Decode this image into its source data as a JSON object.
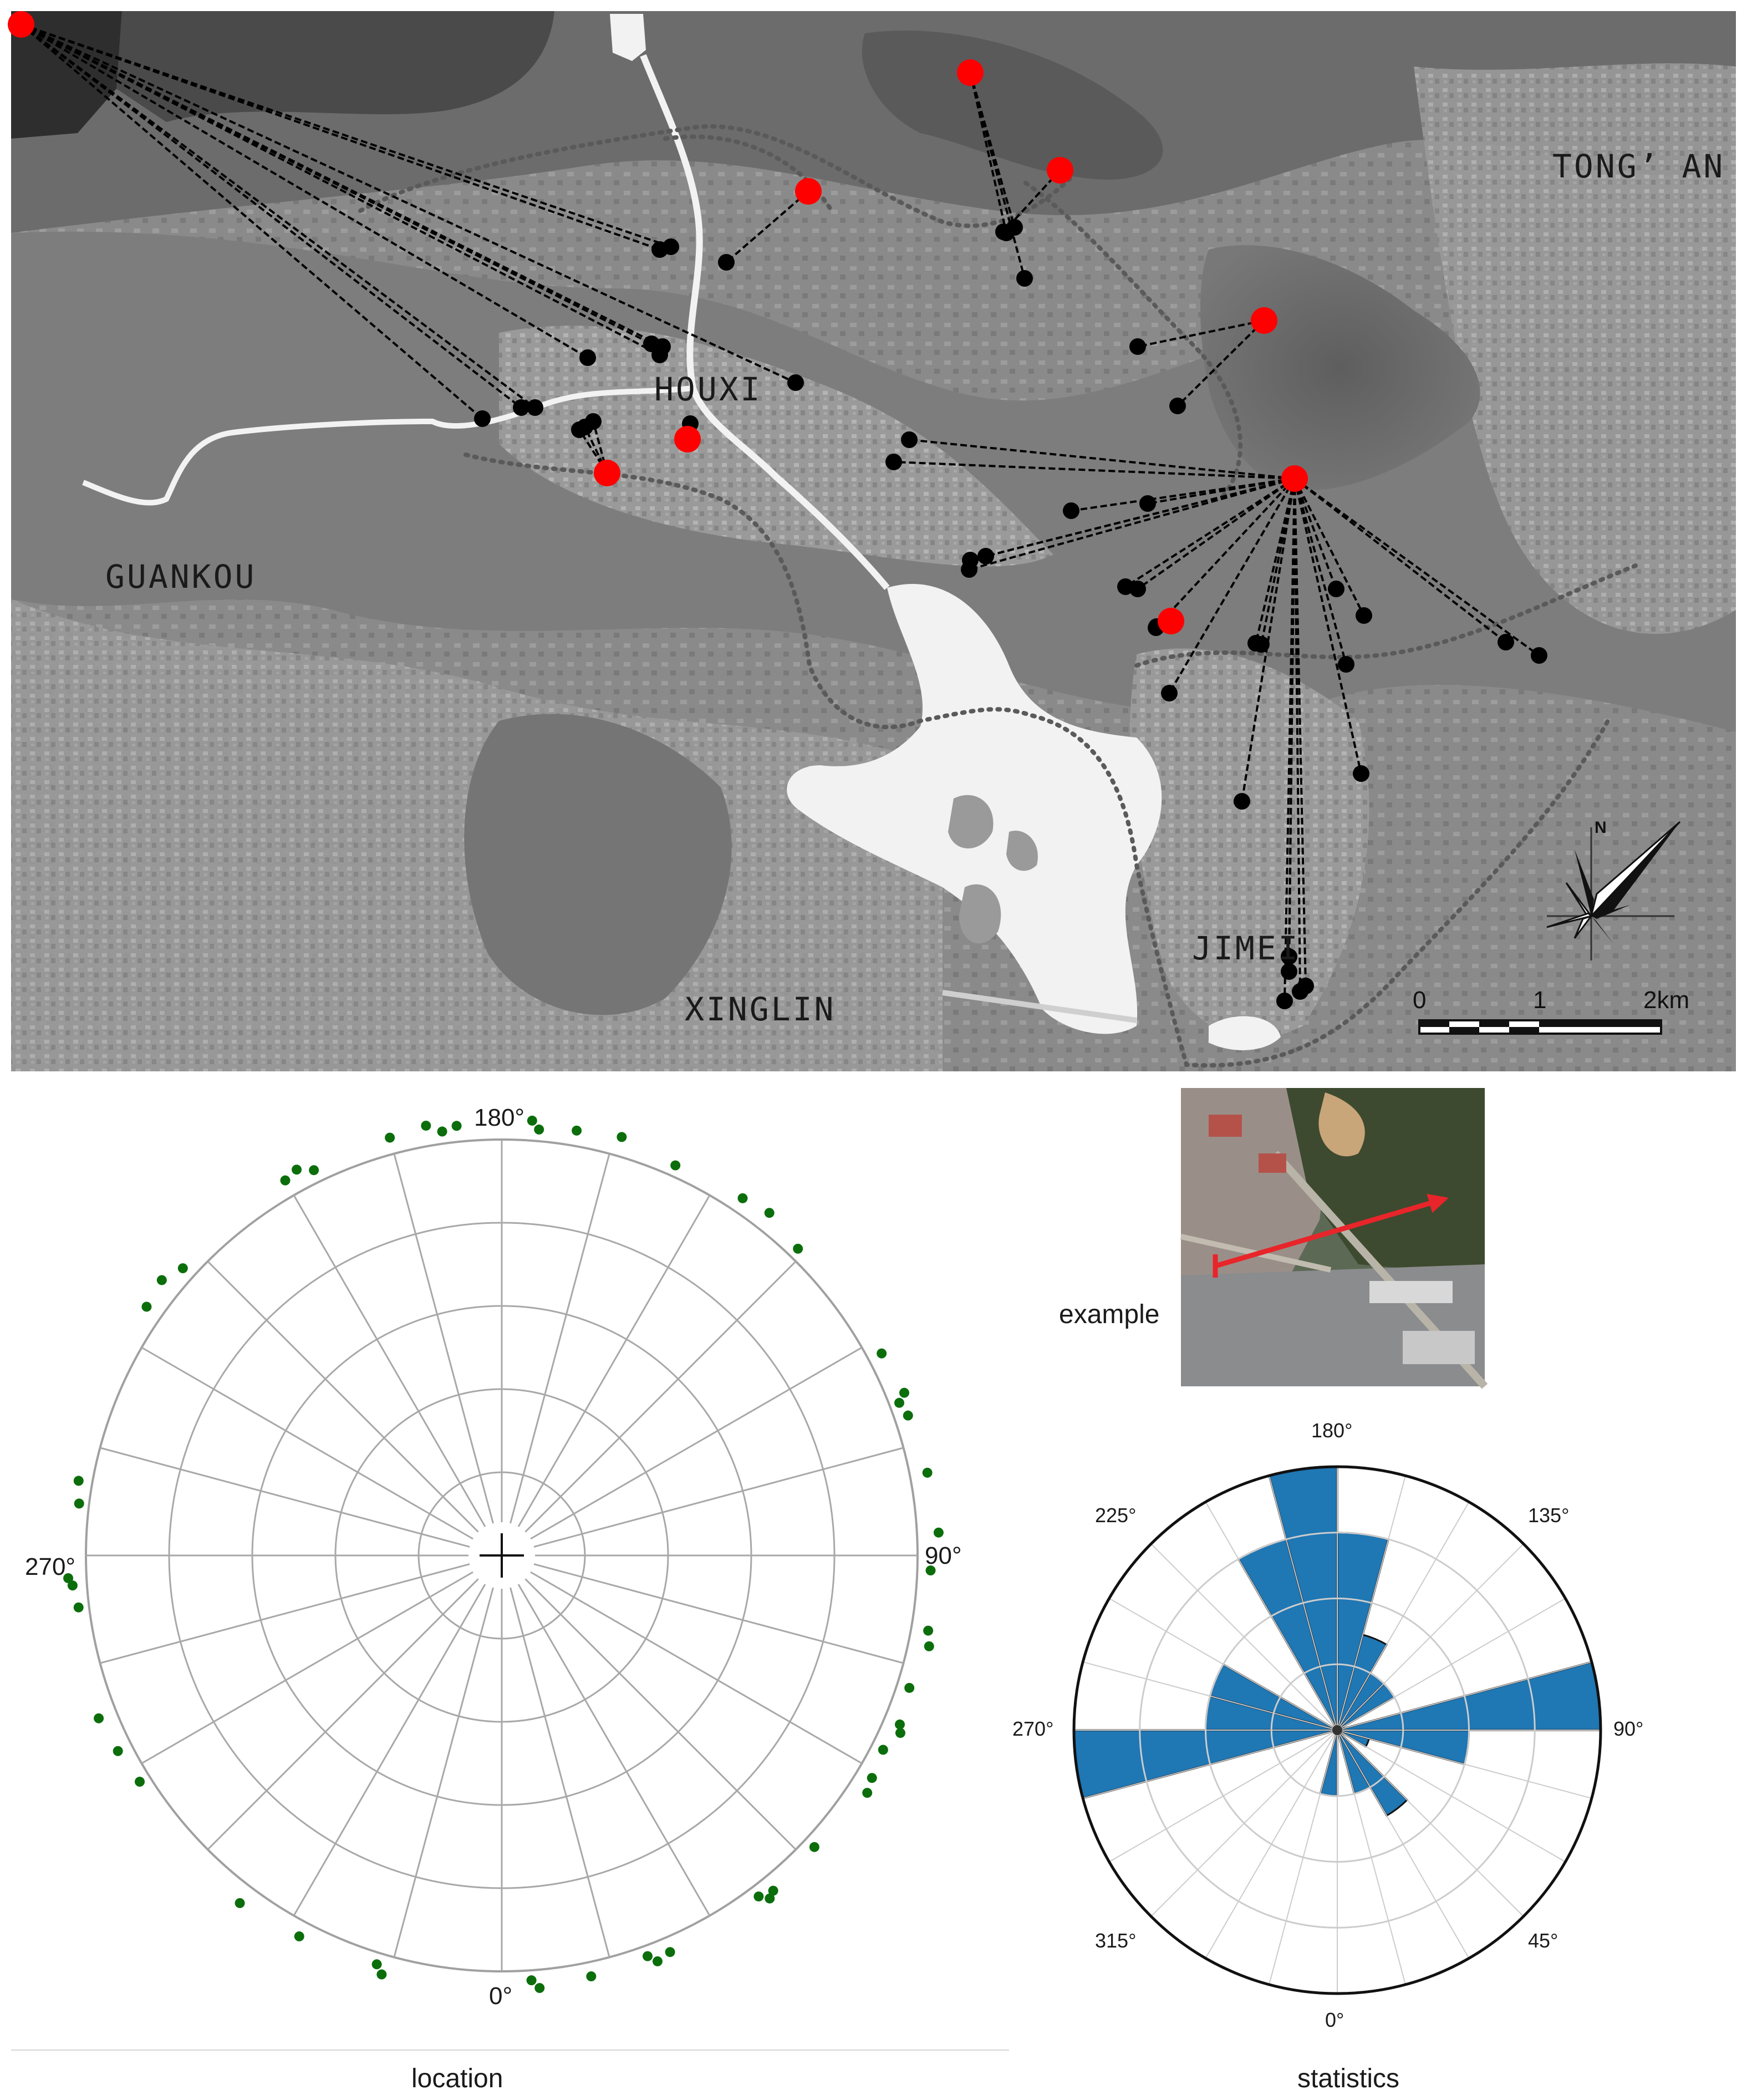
{
  "map": {
    "place_labels": [
      "TONG’ AN",
      "HOUXI",
      "GUANKOU",
      "JIMEI",
      "XINGLIN"
    ],
    "scalebar": {
      "ticks": [
        "0",
        "1",
        "2km"
      ]
    },
    "north_label": "N"
  },
  "example": {
    "label": "example"
  },
  "location_plot": {
    "angle_labels": [
      "180°",
      "90°",
      "270°",
      "0°"
    ],
    "caption": "location"
  },
  "statistics_plot": {
    "angle_labels": [
      "180°",
      "225°",
      "135°",
      "270°",
      "90°",
      "315°",
      "45°",
      "0°"
    ],
    "caption": "statistics"
  },
  "colors": {
    "water": "#ffffff",
    "origin_point": "#ff0000",
    "destination_point": "#000000",
    "location_dot": "#0b6e0b",
    "rose_bar": "#1f77b4",
    "arrow": "#e8252a"
  },
  "chart_data": [
    {
      "type": "scatter",
      "title": "",
      "caption": "location",
      "coordinate_system": "polar",
      "direction_zero": "bottom",
      "direction_180": "top",
      "direction_90": "right",
      "values_deg": [
        4,
        5,
        12,
        20,
        21,
        23,
        37,
        38,
        39,
        47,
        57,
        59,
        63,
        66,
        67,
        72,
        78,
        80,
        88,
        93,
        101,
        109,
        111,
        112,
        118,
        136,
        142,
        146,
        156,
        164,
        170,
        175,
        176,
        186,
        188,
        190,
        195,
        206,
        208,
        210,
        228,
        231,
        235,
        260,
        263,
        273,
        274,
        277,
        292,
        297,
        302,
        323,
        332,
        343,
        344
      ]
    },
    {
      "type": "bar",
      "title": "",
      "caption": "statistics",
      "coordinate_system": "polar",
      "direction_zero": "bottom",
      "direction_90": "right",
      "bin_width_deg": 15,
      "bin_centers_deg": [
        7.5,
        22.5,
        37.5,
        52.5,
        67.5,
        82.5,
        97.5,
        112.5,
        127.5,
        142.5,
        157.5,
        172.5,
        187.5,
        202.5,
        217.5,
        232.5,
        247.5,
        262.5,
        277.5,
        292.5,
        307.5,
        322.5,
        337.5,
        352.5
      ],
      "values": [
        0,
        1,
        1.5,
        0,
        0.5,
        2,
        4,
        0,
        1,
        1,
        1.5,
        3,
        4,
        3,
        0,
        0,
        2,
        2,
        4,
        0,
        0,
        0,
        0,
        1
      ],
      "rlim": [
        0,
        4
      ]
    }
  ]
}
